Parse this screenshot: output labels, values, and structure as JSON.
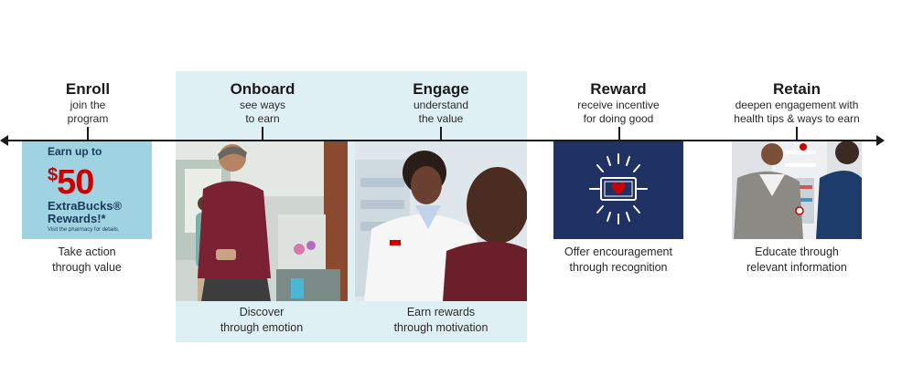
{
  "stages": [
    {
      "title": "Enroll",
      "sub1": "join the",
      "sub2": "program",
      "cap1": "Take action",
      "cap2": "through value"
    },
    {
      "title": "Onboard",
      "sub1": "see ways",
      "sub2": "to earn",
      "cap1": "Discover",
      "cap2": "through emotion"
    },
    {
      "title": "Engage",
      "sub1": "understand",
      "sub2": "the value",
      "cap1": "Earn rewards",
      "cap2": "through motivation"
    },
    {
      "title": "Reward",
      "sub1": "receive incentive",
      "sub2": "for doing good",
      "cap1": "Offer encouragement",
      "cap2": "through recognition"
    },
    {
      "title": "Retain",
      "sub1": "deepen engagement with",
      "sub2": "health tips & ways to earn",
      "cap1": "Educate through",
      "cap2": "relevant information"
    }
  ],
  "promo": {
    "line1": "Earn up to",
    "currency": "$",
    "amount": "50",
    "line3": "ExtraBucks®",
    "line4": "Rewards!*",
    "note": "Visit the pharmacy for details."
  },
  "colors": {
    "highlight": "#dff0f4",
    "promo_bg": "#9fd3e1",
    "promo_red": "#cc0000",
    "reward_bg": "#1f3263",
    "line": "#1a1a1a"
  },
  "icons": {
    "reward": "heart-cash-burst-icon"
  }
}
